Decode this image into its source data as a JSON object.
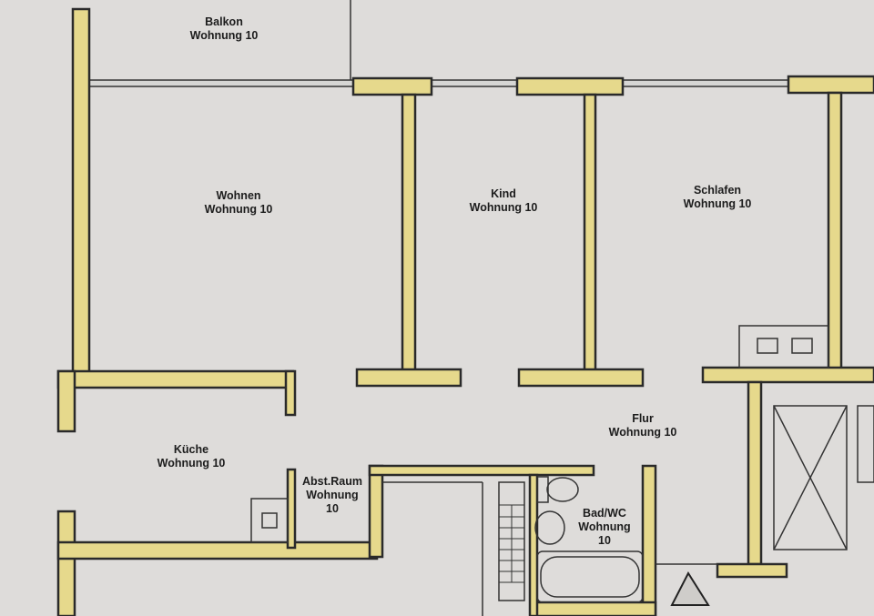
{
  "rooms": [
    {
      "name": "Balkon",
      "unit": "Wohnung 10"
    },
    {
      "name": "Wohnen",
      "unit": "Wohnung 10"
    },
    {
      "name": "Kind",
      "unit": "Wohnung 10"
    },
    {
      "name": "Schlafen",
      "unit": "Wohnung 10"
    },
    {
      "name": "Flur",
      "unit": "Wohnung 10"
    },
    {
      "name": "Küche",
      "unit": "Wohnung 10"
    },
    {
      "name": "Abst.Raum",
      "unit": "Wohnung",
      "unit_number": "10"
    },
    {
      "name": "Bad/WC",
      "unit": "Wohnung",
      "unit_number": "10"
    }
  ],
  "colors": {
    "wall_fill": "#e6d98c",
    "paper": "#dedcda",
    "ink": "#2a2a2a"
  }
}
